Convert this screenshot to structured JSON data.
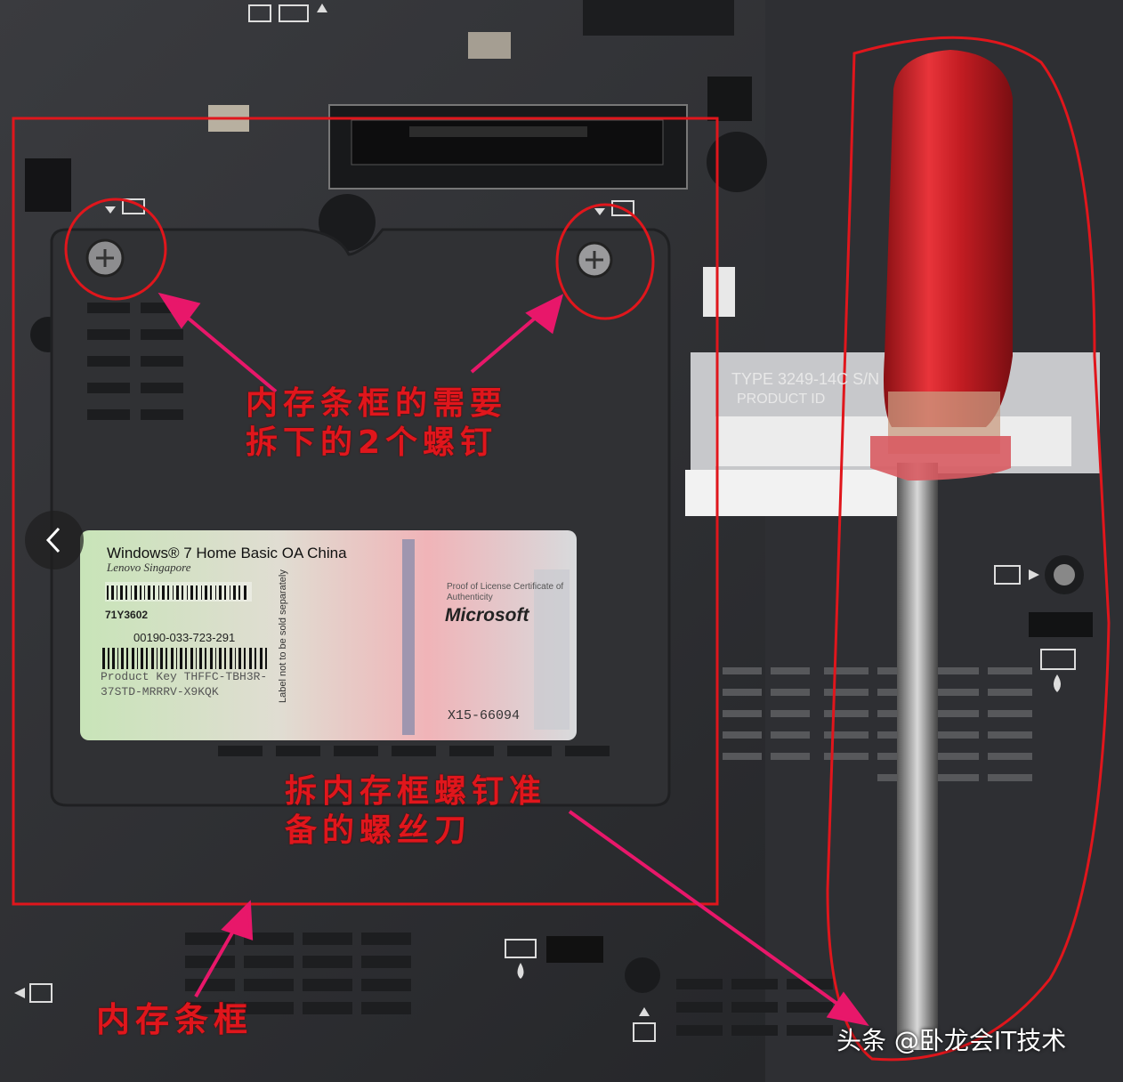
{
  "annotations": {
    "screws_line1": "内存条框的需要",
    "screws_line2": "拆下的2个螺钉",
    "driver_line1": "拆内存框螺钉准",
    "driver_line2": "备的螺丝刀",
    "frame": "内存条框"
  },
  "sticker": {
    "title": "Windows® 7 Home Basic OA China",
    "subtitle": "Lenovo Singapore",
    "code": "71Y3602",
    "number": "00190-033-723-291",
    "product_key_1": "Product Key THFFC-TBH3R-",
    "product_key_2": "37STD-MRRRV-X9KQK",
    "side_text": "Label not to be sold separately",
    "proof": "Proof of License Certificate of Authenticity",
    "brand": "Microsoft",
    "serial": "X15-66094"
  },
  "type_label": {
    "line1": "TYPE 3249-14C S/N",
    "line2": "PRODUCT ID"
  },
  "watermark": "头条 @卧龙会IT技术",
  "colors": {
    "annotation_red": "#e0161c",
    "arrow_pink": "#e8176a",
    "chassis": "#2b2c2f",
    "handle_red": "#d8242a"
  }
}
